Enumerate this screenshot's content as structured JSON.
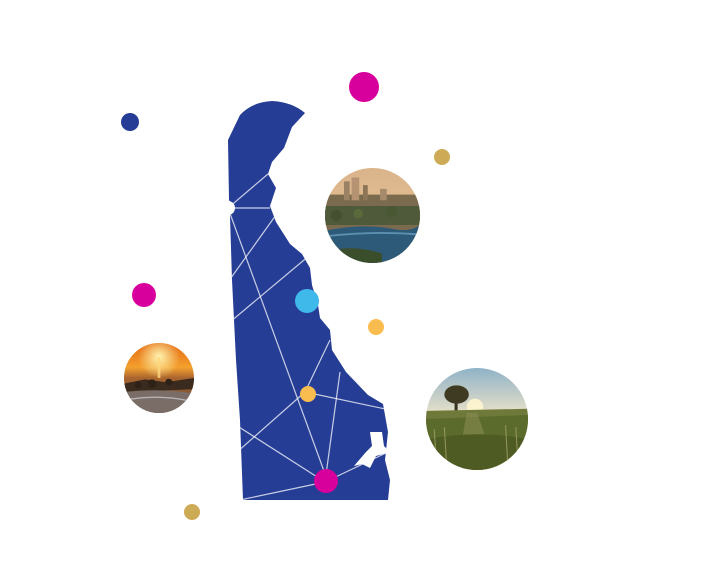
{
  "colors": {
    "state_fill": "#263d96",
    "grid_line": "#ffffff",
    "magenta": "#d7009c",
    "navy": "#263d96",
    "gold": "#cdab56",
    "orange": "#f9bd4f",
    "cyan": "#3fb8ea",
    "background": "#ffffff"
  },
  "icons": {
    "state_shape": "delaware-state-silhouette",
    "photo_city": "city-riverfront-aerial-photo",
    "photo_beach": "beach-sunset-jetty-photo",
    "photo_field": "wheat-field-tree-sunset-photo"
  }
}
